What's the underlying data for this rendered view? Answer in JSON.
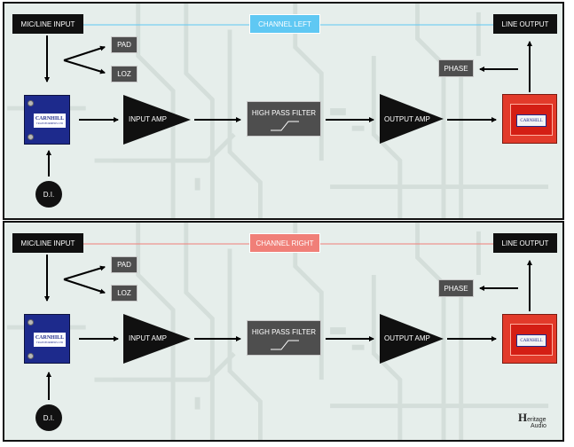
{
  "colors": {
    "left_channel": "#5fc8f3",
    "right_channel": "#f07f78",
    "block_dark": "#101010",
    "block_grey": "#4e4e4e",
    "input_transformer": "#1d2a8c",
    "output_transformer": "#e23a2a"
  },
  "left": {
    "banner": "CHANNEL LEFT",
    "mic_line_input": "MIC/LINE  INPUT",
    "line_output": "LINE  OUTPUT",
    "pad": "PAD",
    "loz": "LOZ",
    "phase": "PHASE",
    "input_amp": "INPUT AMP",
    "high_pass_filter": "HIGH PASS FILTER",
    "output_amp": "OUTPUT AMP",
    "di": "D.I.",
    "input_transformer_brand": "CARNHILL",
    "input_transformer_sub": "TRANSFORMERS LTD",
    "output_transformer_brand": "CARNHILL"
  },
  "right": {
    "banner": "CHANNEL RIGHT",
    "mic_line_input": "MIC/LINE  INPUT",
    "line_output": "LINE  OUTPUT",
    "pad": "PAD",
    "loz": "LOZ",
    "phase": "PHASE",
    "input_amp": "INPUT  AMP",
    "high_pass_filter": "HIGH PASS FILTER",
    "output_amp": "OUTPUT AMP",
    "di": "D.I.",
    "input_transformer_brand": "CARNHILL",
    "input_transformer_sub": "TRANSFORMERS LTD",
    "output_transformer_brand": "CARNHILL"
  },
  "logo": {
    "initial": "H",
    "line1": "eritage",
    "line2": "Audio"
  }
}
